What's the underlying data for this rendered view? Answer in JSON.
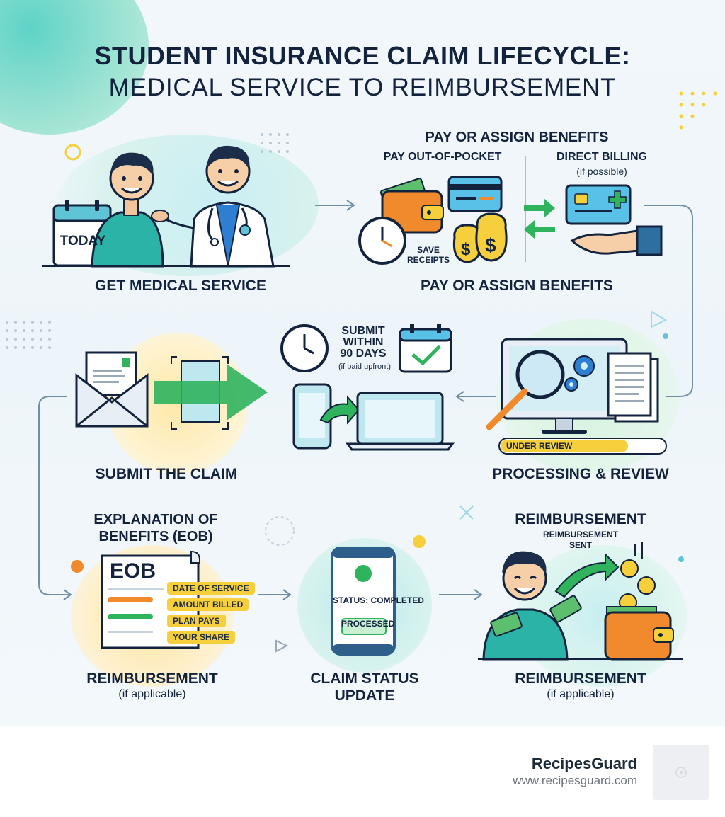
{
  "title": {
    "line1": "STUDENT INSURANCE CLAIM LIFECYCLE:",
    "line2": "MEDICAL SERVICE TO REIMBURSEMENT"
  },
  "steps": {
    "medical": {
      "label": "GET MEDICAL SERVICE",
      "calendar_text": "TODAY"
    },
    "pay": {
      "heading": "PAY OR ASSIGN BENEFITS",
      "out_of_pocket": "PAY OUT-OF-POCKET",
      "direct_billing": "DIRECT BILLING",
      "direct_billing_note": "(if possible)",
      "save_receipts": "SAVE\nRECEIPTS",
      "label": "PAY OR ASSIGN BENEFITS"
    },
    "submit": {
      "label": "SUBMIT THE CLAIM",
      "deadline": "SUBMIT\nWITHIN\n90 DAYS",
      "deadline_note": "(if paid upfront)"
    },
    "processing": {
      "label": "PROCESSING & REVIEW",
      "status_bar": "UNDER REVIEW"
    },
    "eob": {
      "heading": "EXPLANATION OF\nBENEFITS (EOB)",
      "doc_title": "EOB",
      "items": [
        "DATE OF SERVICE",
        "AMOUNT BILLED",
        "PLAN PAYS",
        "YOUR SHARE"
      ],
      "label": "REIMBURSEMENT",
      "note": "(if applicable)"
    },
    "status": {
      "screen_status": "STATUS: COMPLETED",
      "badge": "PROCESSED",
      "label": "CLAIM STATUS\nUPDATE"
    },
    "reimbursement": {
      "heading": "REIMBURSEMENT",
      "sent": "REIMBURSEMENT\nSENT",
      "label": "REIMBURSEMENT",
      "note": "(if applicable)"
    }
  },
  "footer": {
    "brand": "RecipesGuard",
    "url": "www.recipesguard.com"
  },
  "colors": {
    "navy": "#13233d",
    "green": "#2fb35d",
    "yellow": "#f6cf3c",
    "orange": "#f08a2c",
    "teal": "#5fc4d6",
    "blue_card": "#59c0e8"
  }
}
